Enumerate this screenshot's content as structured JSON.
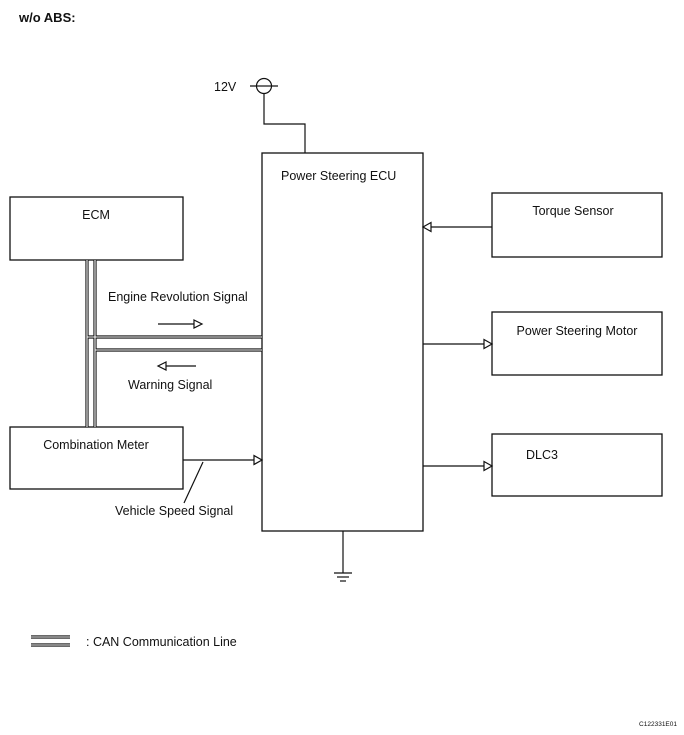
{
  "diagram": {
    "heading": "w/o ABS:",
    "power_supply": "12V",
    "nodes": {
      "ecu": "Power Steering ECU",
      "ecm": "ECM",
      "combination_meter": "Combination Meter",
      "torque_sensor": "Torque Sensor",
      "power_steering_motor": "Power Steering Motor",
      "dlc3": "DLC3"
    },
    "signals": {
      "engine_revolution": "Engine Revolution Signal",
      "warning": "Warning Signal",
      "vehicle_speed": "Vehicle Speed Signal"
    },
    "legend": {
      "can_line": ": CAN Communication Line"
    },
    "figure_code": "C122331E01"
  }
}
